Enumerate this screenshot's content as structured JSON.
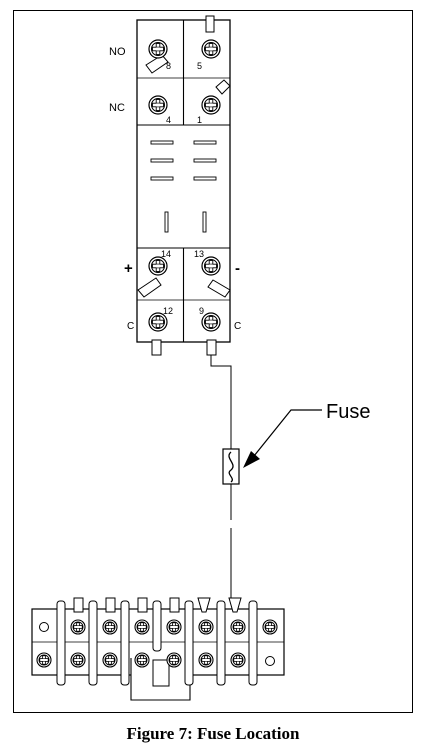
{
  "caption": "Figure 7: Fuse Location",
  "labels": {
    "no": "NO",
    "nc": "NC",
    "plus": "+",
    "minus": "-",
    "c_left": "C",
    "c_right": "C",
    "fuse": "Fuse"
  },
  "terminal_numbers": {
    "t8": "8",
    "t5": "5",
    "t4": "4",
    "t1": "1",
    "t14": "14",
    "t13": "13",
    "t12": "12",
    "t9": "9"
  }
}
